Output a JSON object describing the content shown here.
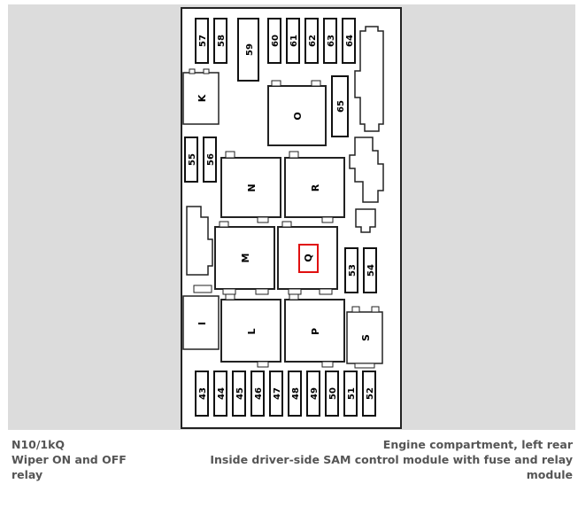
{
  "diagram": {
    "fuses_top": [
      "57",
      "58",
      "59",
      "60",
      "61",
      "62",
      "63",
      "64"
    ],
    "fuse_65": "65",
    "fuses_left": [
      "55",
      "56"
    ],
    "fuses_right": [
      "53",
      "54"
    ],
    "fuses_bottom": [
      "43",
      "44",
      "45",
      "46",
      "47",
      "48",
      "49",
      "50",
      "51",
      "52"
    ],
    "relays": {
      "K": "K",
      "O": "O",
      "N": "N",
      "R": "R",
      "M": "M",
      "Q": "Q",
      "L": "L",
      "P": "P",
      "S": "S",
      "I": "I"
    },
    "highlight_color": "#e01010",
    "highlighted_relay": "Q"
  },
  "caption": {
    "left_lines": [
      "N10/1kQ",
      "Wiper ON and OFF",
      "relay"
    ],
    "right_lines": [
      "Engine compartment, left rear",
      "Inside driver-side SAM control module with fuse and relay",
      "module"
    ]
  }
}
